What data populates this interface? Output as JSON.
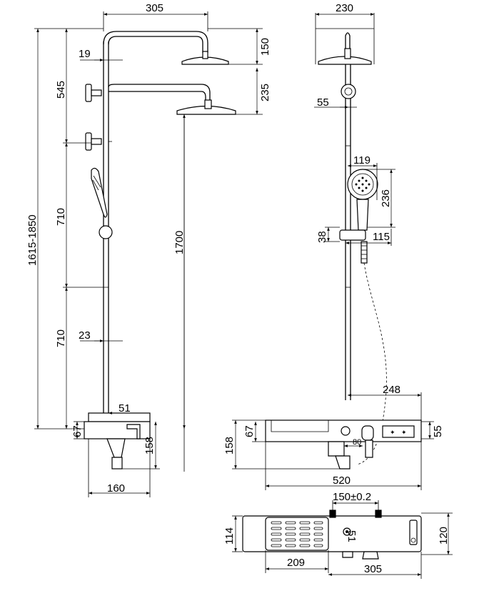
{
  "dimensions": {
    "front": {
      "top_width": "305",
      "head_drop": "150",
      "arm_19": "19",
      "upper_545": "545",
      "arm_235": "235",
      "total_height": "1615-1850",
      "mid_710": "710",
      "height_1700": "1700",
      "lower_710": "710",
      "bar_23": "23",
      "valve_51": "51",
      "valve_67": "67",
      "valve_158": "158",
      "valve_160": "160"
    },
    "side": {
      "head_230": "230",
      "bracket_55": "55",
      "hand_119": "119",
      "hand_236": "236",
      "holder_38": "38",
      "holder_115": "115",
      "reach_248": "248",
      "shelf_158": "158",
      "shelf_67": "67",
      "shelf_55": "55",
      "shelf_80": "80",
      "shelf_520": "520"
    },
    "top": {
      "spacing": "150±0.2",
      "depth_114": "114",
      "offset_51": "51",
      "depth_120": "120",
      "tray_209": "209",
      "width_305": "305"
    }
  }
}
